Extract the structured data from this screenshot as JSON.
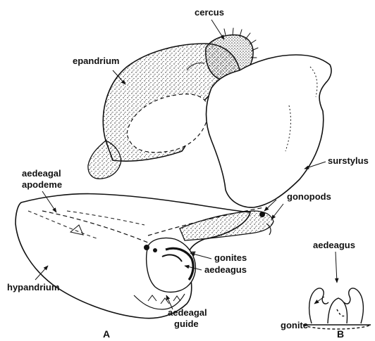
{
  "labels": {
    "cercus": "cercus",
    "epandrium": "epandrium",
    "surstylus": "surstylus",
    "aedeagal_apodeme_line1": "aedeagal",
    "aedeagal_apodeme_line2": "apodeme",
    "gonopods": "gonopods",
    "gonites": "gonites",
    "aedeagus_a": "aedeagus",
    "hypandrium": "hypandrium",
    "aedeagal_guide_line1": "aedeagal",
    "aedeagal_guide_line2": "guide",
    "aedeagus_b": "aedeagus",
    "gonite": "gonite"
  },
  "panels": {
    "a": "A",
    "b": "B"
  },
  "colors": {
    "ink": "#111111",
    "background": "#ffffff"
  }
}
